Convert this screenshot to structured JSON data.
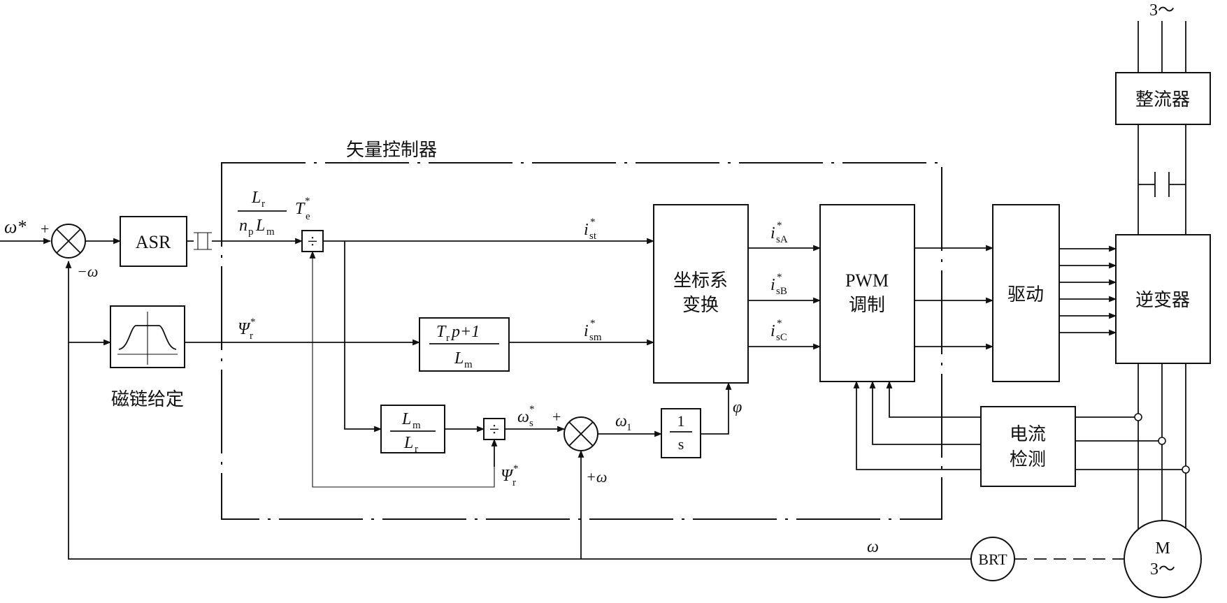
{
  "blocks": {
    "rectifier": "整流器",
    "asr": "ASR",
    "flux_setter": "磁链给定",
    "coord_line1": "坐标系",
    "coord_line2": "变换",
    "pwm_line1": "PWM",
    "pwm_line2": "调制",
    "driver": "驱动",
    "inverter": "逆变器",
    "current_line1": "电流",
    "current_line2": "检测",
    "motor_line1": "M",
    "motor_line2": "3～",
    "brt": "BRT",
    "vector_controller": "矢量控制器"
  },
  "supply": "3～",
  "ops": {
    "divide": "÷",
    "plus": "+",
    "plus_omega": "+ω",
    "minus_omega": "−ω"
  },
  "signals": {
    "omega_ref": "ω*",
    "omega": "ω",
    "psi": "Ψ",
    "r": "r",
    "star": "*",
    "T": "T",
    "e": "e",
    "i": "i",
    "st": "st",
    "sm": "sm",
    "sA": "sA",
    "sB": "sB",
    "sC": "sC",
    "s": "s",
    "omega1": "ω",
    "one": "1",
    "phi": "φ"
  },
  "fractions": {
    "torque": {
      "num_L": "L",
      "num_sub": "r",
      "den_n": "n",
      "den_nsub": "p",
      "den_L": "L",
      "den_Lsub": "m"
    },
    "flux": {
      "num_T": "T",
      "num_Tsub": "r",
      "num_rest": " p+1",
      "den_L": "L",
      "den_Lsub": "m"
    },
    "slip": {
      "num_L": "L",
      "num_sub": "m",
      "den_L": "L",
      "den_sub": "r"
    },
    "integrator": {
      "num": "1",
      "den": "s"
    }
  }
}
